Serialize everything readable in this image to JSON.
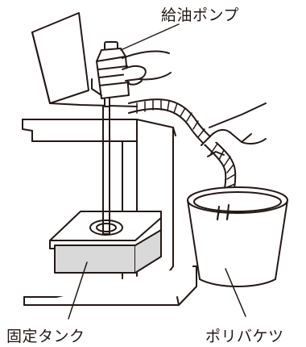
{
  "labels": {
    "pump": "給油ポンプ",
    "tank": "固定タンク",
    "bucket": "ポリバケツ"
  },
  "colors": {
    "line": "#231815",
    "shade": "#d9d9d9",
    "background": "#ffffff"
  }
}
